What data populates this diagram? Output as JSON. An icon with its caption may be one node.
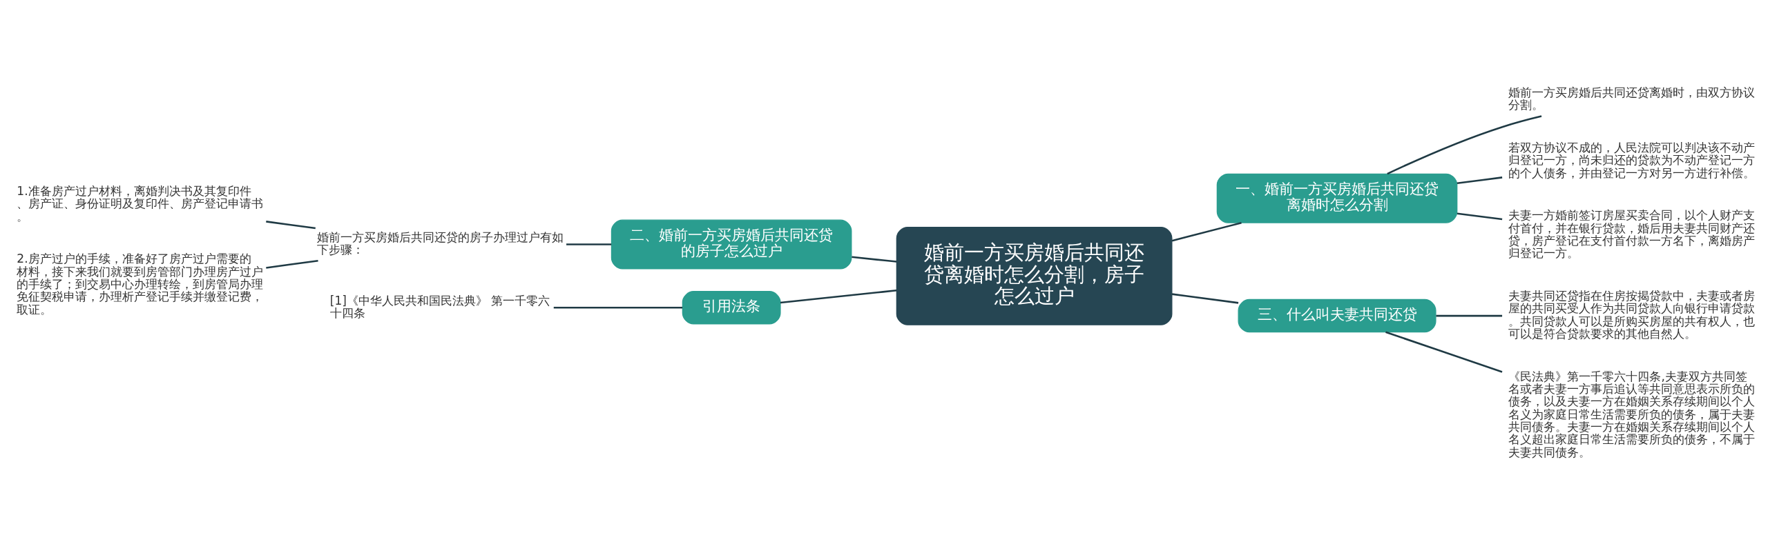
{
  "diagram": {
    "nodes": [
      {
        "text": [
          "婚前一方买房婚后共同还贷离婚时怎么分割，房子怎么过户"
        ]
      },
      {
        "text": [
          "一、婚前一方买房婚后共同还贷离婚时怎么分割"
        ]
      },
      {
        "text": [
          "婚前一方买房婚后共同还贷离婚时，由双方协议分割。"
        ]
      },
      {
        "text": [
          "若双方协议不成的，人民法院可以判决该不动产归登记一方，尚未归还的贷款为不动产登记一方的个人债务，并由登记一方对另一方进行补偿。"
        ]
      },
      {
        "text": [
          "夫妻一方婚前签订房屋买卖合同，以个人财产支付首付，并在银行贷款，婚后用夫妻共同财产还贷，房产登记在支付首付款一方名下，离婚房产归登记一方。"
        ]
      },
      {
        "text": [
          "二、婚前一方买房婚后共同还贷的房子怎么过户"
        ]
      },
      {
        "text": [
          "婚前一方买房婚后共同还贷的房子办理过户有如下步骤："
        ]
      },
      {
        "text": [
          "1.准备房产过户材料，离婚判决书及其复印件、房产证、身份证明及复印件、房产登记申请书。"
        ]
      },
      {
        "text": [
          "2.房产过户的手续，准备好了房产过户需要的材料，接下来我们就要到房管部门办理房产过户的手续了；到交易中心办理转绘，到房管局办理免征契税申请，办理析产登记手续并缴登记费，取证。"
        ]
      },
      {
        "text": [
          "引用法条"
        ]
      },
      {
        "text": [
          "[1]《中华人民共和国民法典》 第一千零六十四条"
        ]
      },
      {
        "text": [
          "三、什么叫夫妻共同还贷"
        ]
      },
      {
        "text": [
          "夫妻共同还贷指在住房按揭贷款中，夫妻或者房屋的共同买受人作为共同贷款人向银行申请贷款。共同贷款人可以是所购买房屋的共有权人，也可以是符合贷款要求的其他自然人。"
        ]
      },
      {
        "text": [
          "《民法典》第一千零六十四条,夫妻双方共同签名或者夫妻一方事后追认等共同意思表示所负的债务，以及夫妻一方在婚姻关系存续期间以个人名义为家庭日常生活需要所负的债务，属于夫妻共同债务。夫妻一方在婚姻关系存续期间以个人名义超出家庭日常生活需要所负的债务，不属于夫妻共同债务。"
        ]
      }
    ],
    "edges": [
      {
        "from": 0,
        "to": 1,
        "arrow": "none"
      },
      {
        "from": 1,
        "to": 2,
        "arrow": "none"
      },
      {
        "from": 1,
        "to": 3,
        "arrow": "none"
      },
      {
        "from": 1,
        "to": 4,
        "arrow": "none"
      },
      {
        "from": 0,
        "to": 5,
        "arrow": "none"
      },
      {
        "from": 5,
        "to": 6,
        "arrow": "none"
      },
      {
        "from": 6,
        "to": 7,
        "arrow": "none"
      },
      {
        "from": 6,
        "to": 8,
        "arrow": "none"
      },
      {
        "from": 0,
        "to": 9,
        "arrow": "none"
      },
      {
        "from": 9,
        "to": 10,
        "arrow": "none"
      },
      {
        "from": 0,
        "to": 11,
        "arrow": "none"
      },
      {
        "from": 11,
        "to": 12,
        "arrow": "none"
      },
      {
        "from": 11,
        "to": 13,
        "arrow": "none"
      }
    ]
  }
}
